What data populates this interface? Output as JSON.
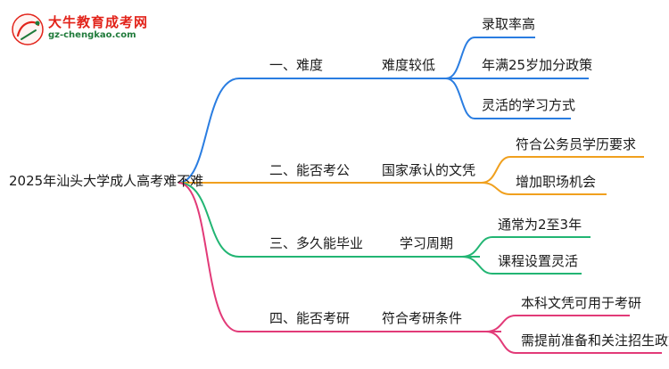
{
  "logo": {
    "title": "大牛教育成考网",
    "url": "gz-chengkao.com",
    "glyph": "大牛"
  },
  "root": "2025年汕头大学成人高考难不难",
  "colors": {
    "blue": "#2a7de1",
    "orange": "#f0a01e",
    "green": "#22b573",
    "pink": "#e23a78"
  },
  "branches": [
    {
      "label": "一、难度",
      "sub": "难度较低",
      "leaves": [
        "录取率高",
        "年满25岁加分政策",
        "灵活的学习方式"
      ]
    },
    {
      "label": "二、能否考公",
      "sub": "国家承认的文凭",
      "leaves": [
        "符合公务员学历要求",
        "增加职场机会"
      ]
    },
    {
      "label": "三、多久能毕业",
      "sub": "学习周期",
      "leaves": [
        "通常为2至3年",
        "课程设置灵活"
      ]
    },
    {
      "label": "四、能否考研",
      "sub": "符合考研条件",
      "leaves": [
        "本科文凭可用于考研",
        "需提前准备和关注招生政策"
      ]
    }
  ]
}
